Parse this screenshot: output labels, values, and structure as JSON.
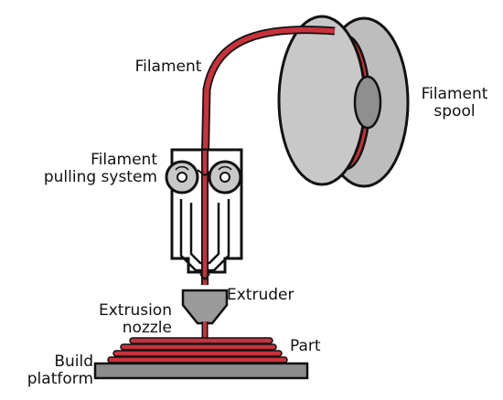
{
  "colors": {
    "filament_red": "#c8323c",
    "spool_light": "#c8c8c8",
    "spool_mid": "#b0b0b0",
    "spool_dark": "#8f8f8f",
    "platform": "#8c8c8c",
    "nozzle": "#9a9a9a",
    "outline": "#111111"
  },
  "labels": {
    "filament": "Filament",
    "spool_line1": "Filament",
    "spool_line2": "spool",
    "pulling_line1": "Filament",
    "pulling_line2": "pulling system",
    "extruder": "Extruder",
    "nozzle_line1": "Extrusion",
    "nozzle_line2": "nozzle",
    "part": "Part",
    "platform_line1": "Build",
    "platform_line2": "platform"
  },
  "icons": [
    "filament-spool-icon",
    "pulling-roller-icon",
    "extruder-icon",
    "extrusion-nozzle-icon",
    "build-platform-icon",
    "printed-part-icon"
  ]
}
